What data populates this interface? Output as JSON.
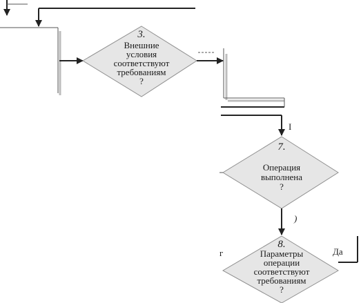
{
  "decisions": [
    {
      "number": "3.",
      "lines": [
        "Внешние",
        "условия",
        "соответствуют",
        "требованиям"
      ],
      "tail": "?"
    },
    {
      "number": "7.",
      "lines": [
        "Операция",
        "выполнена"
      ],
      "tail": "?"
    },
    {
      "number": "8.",
      "lines": [
        "Параметры",
        "операции",
        "соответствуют",
        "требованиям"
      ],
      "tail": "?"
    }
  ],
  "edge_labels": {
    "branch_right_7": "I",
    "branch_down_7": ")",
    "left_8": "г",
    "yes_8": "Да"
  },
  "colors": {
    "diamond_fill": "#e6e6e6",
    "diamond_stroke": "#8f8f8f",
    "line": "#222222"
  }
}
